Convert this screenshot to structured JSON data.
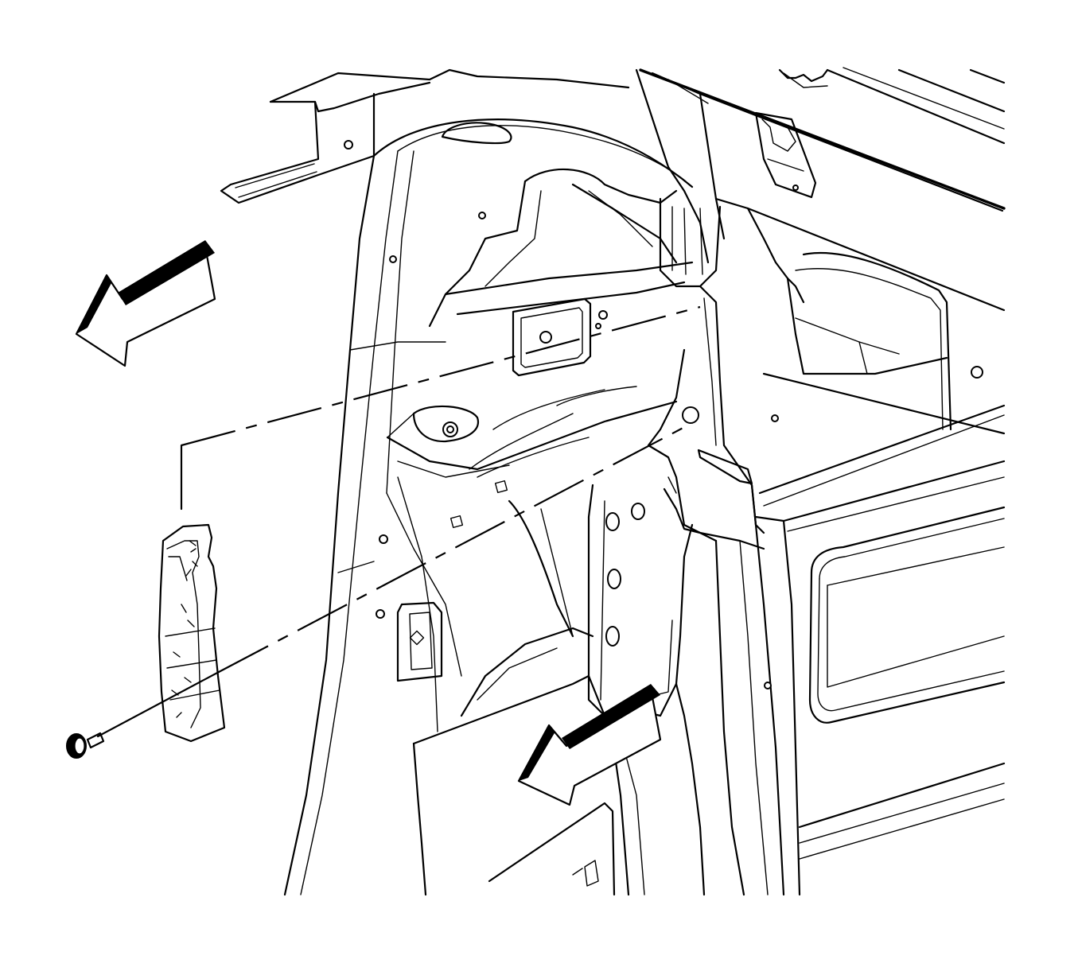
{
  "diagram": {
    "kind": "exploded service illustration",
    "components": [
      {
        "name": "body-structure",
        "icon": "vehicle-interior-pillar"
      },
      {
        "name": "trim-panel",
        "icon": "trim-panel-part"
      },
      {
        "name": "fastener",
        "icon": "push-pin-retainer"
      }
    ],
    "indicators": [
      {
        "name": "direction-arrow-upper",
        "icon": "arrow-left-down-icon"
      },
      {
        "name": "direction-arrow-lower",
        "icon": "arrow-left-down-icon"
      }
    ],
    "colors": {
      "line": "#000000",
      "background": "#ffffff"
    }
  }
}
